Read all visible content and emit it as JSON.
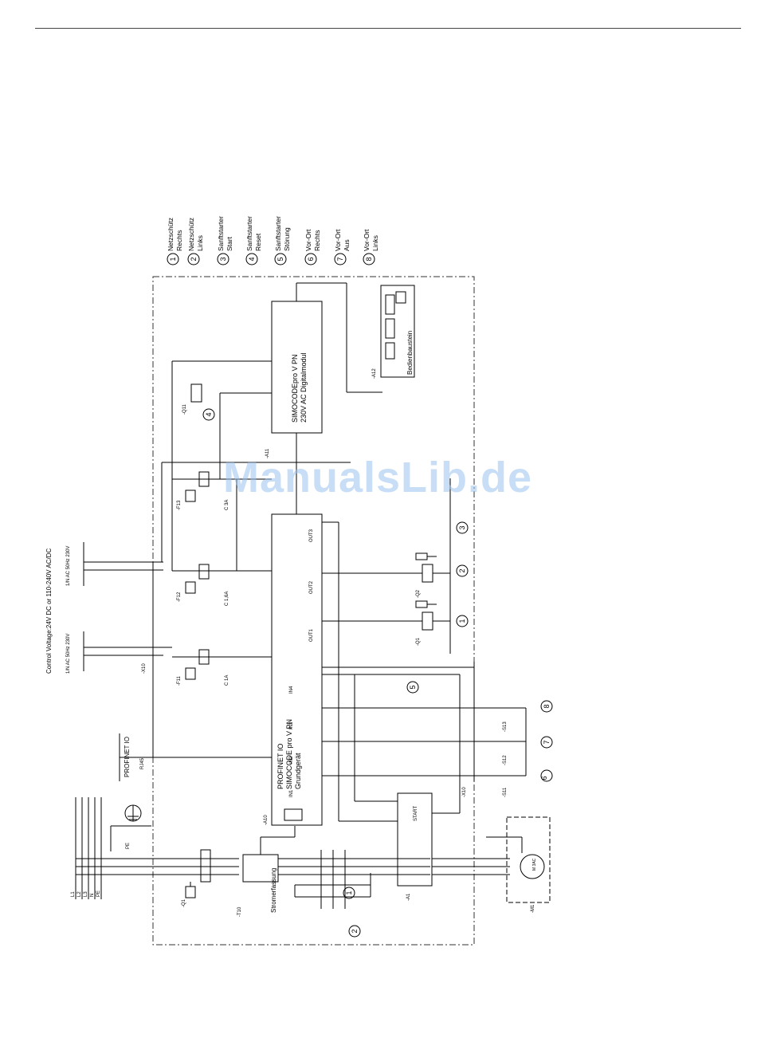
{
  "legend": [
    {
      "num": "1",
      "line1": "Netzschütz",
      "line2": "Rechts"
    },
    {
      "num": "2",
      "line1": "Netzschütz",
      "line2": "Links"
    },
    {
      "num": "3",
      "line1": "Sanftstarter",
      "line2": "Start"
    },
    {
      "num": "4",
      "line1": "Sanftstarter",
      "line2": "Reset"
    },
    {
      "num": "5",
      "line1": "Sanftstarter",
      "line2": "Störung"
    },
    {
      "num": "6",
      "line1": "Vor-Ort",
      "line2": "Rechts"
    },
    {
      "num": "7",
      "line1": "Vor-Ort",
      "line2": "Aus"
    },
    {
      "num": "8",
      "line1": "Vor-Ort",
      "line2": "Links"
    }
  ],
  "labels": {
    "control_voltage": "Control Voltage:24V DC or 110-240V AC/DC",
    "supply_1": "1/N AC 50Hz 230V",
    "supply_2": "1/N AC 50Hz 230V",
    "profinet": "PROFINET IO",
    "rj45": "RJ45",
    "pe": "PE",
    "x10": "-X10",
    "stromerfassung": "Stromerfassung",
    "t10": "-T10",
    "a10": "-A10",
    "basic_unit_1": "PROFINET IO",
    "basic_unit_2": "SIMOCODE pro V PN",
    "basic_unit_3": "Grundgerät",
    "dm_1": "SIMOCODEpro V PN",
    "dm_2": "230V AC Digitalmodul",
    "a11": "-A11",
    "a12": "-A12",
    "bedien": "Bedienbaustein",
    "q1": "-Q1",
    "q2": "-Q2",
    "q11": "-Q11",
    "f11": "-F11",
    "f12": "-F12",
    "f13": "-F13",
    "c1a": "C 1A",
    "c16a": "C 1,6A",
    "c3a": "C 3A",
    "a1_soft": "-A1",
    "m1": "-M1",
    "motor": "M 3AC",
    "x10b": "-X10",
    "s11": "-S11",
    "s12": "-S12",
    "s13": "-S13",
    "L1": "L1",
    "L2": "L2",
    "L3": "L3",
    "N": "N",
    "PE2": "PE",
    "out1": "OUT1",
    "out2": "OUT2",
    "out3": "OUT3",
    "in1": "IN1",
    "in2": "IN2",
    "in3": "IN3",
    "in4": "IN4",
    "start": "START"
  },
  "watermark": "ManualsLib.de",
  "colors": {
    "line": "#000000",
    "frame": "#333333",
    "watermark": "#9cc2f0"
  }
}
